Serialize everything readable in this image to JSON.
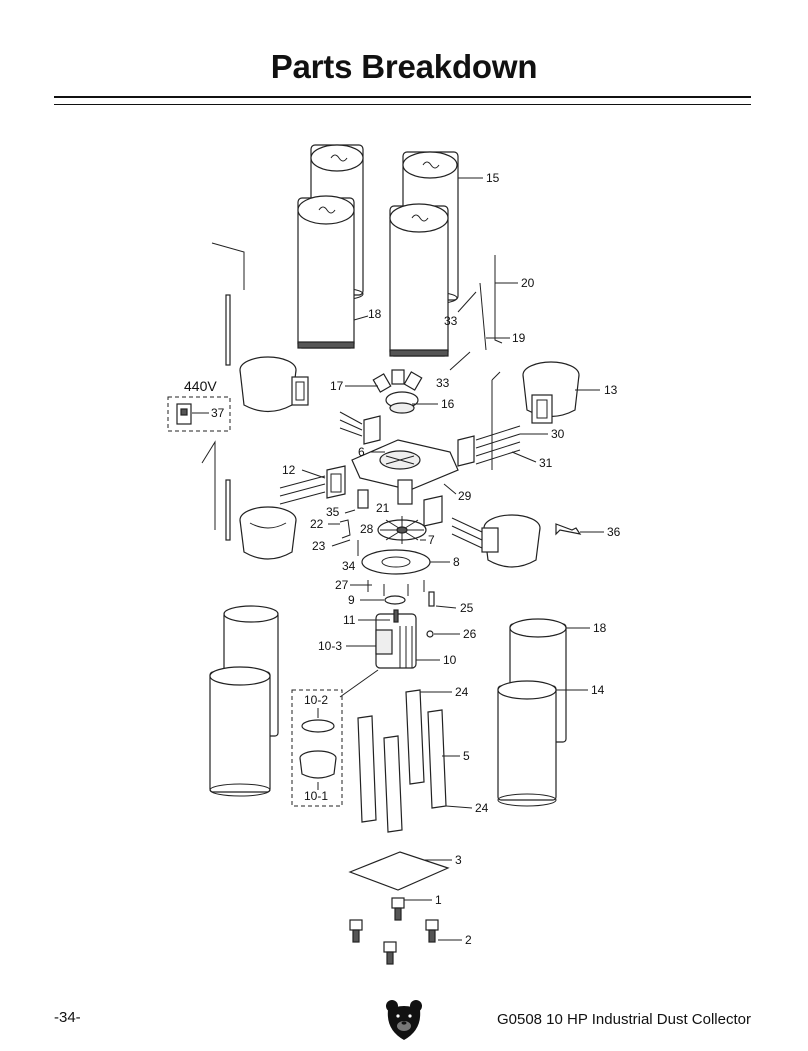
{
  "page": {
    "title": "Parts Breakdown",
    "page_number": "-34-",
    "footer_title": "G0508 10 HP Industrial Dust Collector"
  },
  "callouts": {
    "c1": "1",
    "c2": "2",
    "c3": "3",
    "c5": "5",
    "c6": "6",
    "c7": "7",
    "c8": "8",
    "c9": "9",
    "c10": "10",
    "c10_1": "10-1",
    "c10_2": "10-2",
    "c10_3": "10-3",
    "c11": "11",
    "c12": "12",
    "c13": "13",
    "c14": "14",
    "c15": "15",
    "c16": "16",
    "c17": "17",
    "c18a": "18",
    "c18b": "18",
    "c19": "19",
    "c20": "20",
    "c21": "21",
    "c22": "22",
    "c23": "23",
    "c24a": "24",
    "c24b": "24",
    "c25": "25",
    "c26": "26",
    "c27": "27",
    "c28": "28",
    "c29": "29",
    "c30": "30",
    "c31": "31",
    "c33a": "33",
    "c33b": "33",
    "c34": "34",
    "c35": "35",
    "c36": "36",
    "c37": "37"
  },
  "voltage_label": "440V",
  "icons": {
    "logo": "bear-head-logo"
  }
}
